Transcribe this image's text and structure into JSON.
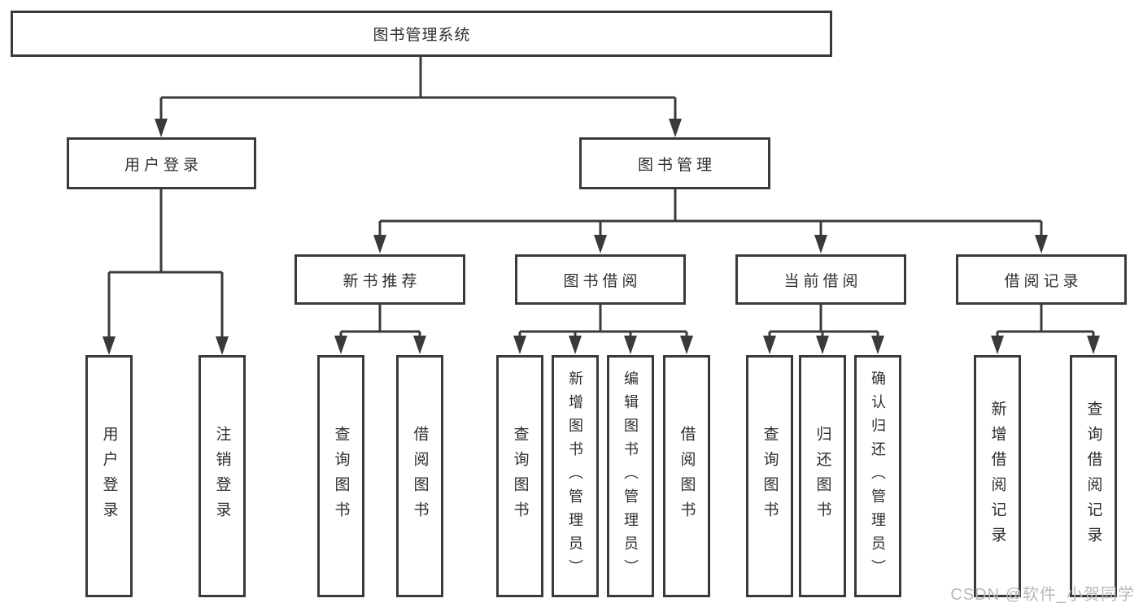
{
  "diagram": {
    "root": {
      "label": "图书管理系统"
    },
    "groups": [
      {
        "label": "用户登录",
        "leaves": [
          {
            "label": "用户登录"
          },
          {
            "label": "注销登录"
          }
        ]
      },
      {
        "label": "图书管理",
        "sections": [
          {
            "label": "新书推荐",
            "leaves": [
              {
                "label": "查询图书"
              },
              {
                "label": "借阅图书"
              }
            ]
          },
          {
            "label": "图书借阅",
            "leaves": [
              {
                "label": "查询图书"
              },
              {
                "label": "新增图书（管理员）"
              },
              {
                "label": "编辑图书（管理员）"
              },
              {
                "label": "借阅图书"
              }
            ]
          },
          {
            "label": "当前借阅",
            "leaves": [
              {
                "label": "查询图书"
              },
              {
                "label": "归还图书"
              },
              {
                "label": "确认归还（管理员）"
              }
            ]
          },
          {
            "label": "借阅记录",
            "leaves": [
              {
                "label": "新增借阅记录"
              },
              {
                "label": "查询借阅记录"
              }
            ]
          }
        ]
      }
    ]
  },
  "watermark": {
    "text": "CSDN @软件_小贺同学"
  },
  "colors": {
    "line": "#3a3a3a",
    "border": "#3a3a3a",
    "background": "#ffffff",
    "text": "#2e2e2e",
    "watermark": "#b8b8b8"
  }
}
